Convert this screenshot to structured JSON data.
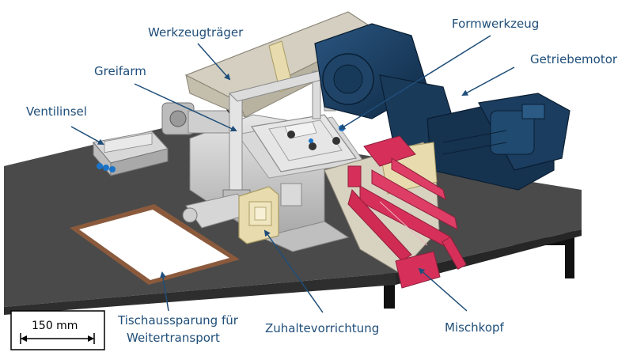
{
  "labels": {
    "werkzeugtraeger": "Werkzeugträger",
    "formwerkzeug": "Formwerkzeug",
    "greifarm": "Greifarm",
    "getriebemotor": "Getriebemotor",
    "ventilinsel": "Ventilinsel",
    "tischaussparung_line1": "Tischaussparung für",
    "tischaussparung_line2": "Weitertransport",
    "zuhaltevorrichtung": "Zuhaltevorrichtung",
    "mischkopf": "Mischkopf"
  },
  "scale_bar": {
    "text": "150 mm"
  },
  "colors": {
    "label_text": "#1f4e79",
    "table_top": "#4a4a4a",
    "motor_blue": "#1c3d5e",
    "mixhead_pink": "#d6305a",
    "bracket_beige": "#e8dcae",
    "metal_gray": "#c8c8c8",
    "cutout_brown": "#8b5a3c"
  }
}
